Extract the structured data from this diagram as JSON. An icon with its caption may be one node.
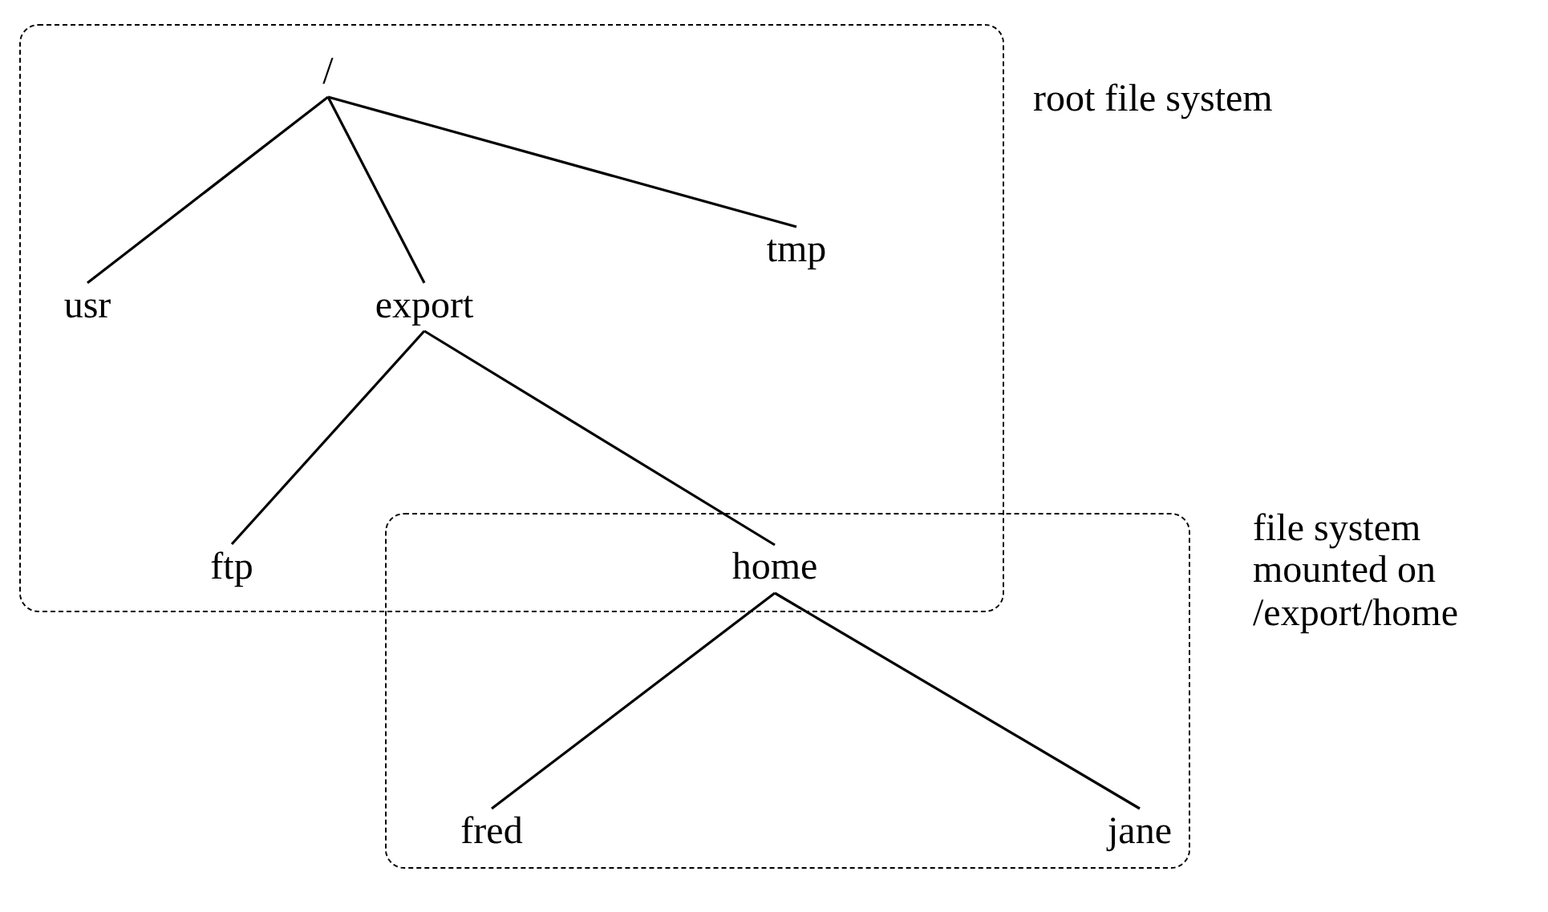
{
  "diagram": {
    "nodes": [
      {
        "text": [
          "root file system"
        ]
      },
      {
        "text": [
          "file system mounted on /export/home"
        ]
      },
      {
        "text": [
          "/"
        ],
        "in": 0
      },
      {
        "text": [
          "usr"
        ],
        "in": 0
      },
      {
        "text": [
          "export"
        ],
        "in": 0
      },
      {
        "text": [
          "tmp"
        ],
        "in": 0
      },
      {
        "text": [
          "ftp"
        ],
        "in": 0
      },
      {
        "text": [
          "home"
        ]
      },
      {
        "text": [
          "fred"
        ],
        "in": 1
      },
      {
        "text": [
          "jane"
        ],
        "in": 1
      }
    ],
    "edges": [
      {
        "from": 2,
        "to": 3,
        "arrow": "none"
      },
      {
        "from": 2,
        "to": 4,
        "arrow": "none"
      },
      {
        "from": 2,
        "to": 5,
        "arrow": "none"
      },
      {
        "from": 4,
        "to": 6,
        "arrow": "none"
      },
      {
        "from": 4,
        "to": 7,
        "arrow": "none"
      },
      {
        "from": 7,
        "to": 8,
        "arrow": "none"
      },
      {
        "from": 7,
        "to": 9,
        "arrow": "none"
      }
    ]
  }
}
